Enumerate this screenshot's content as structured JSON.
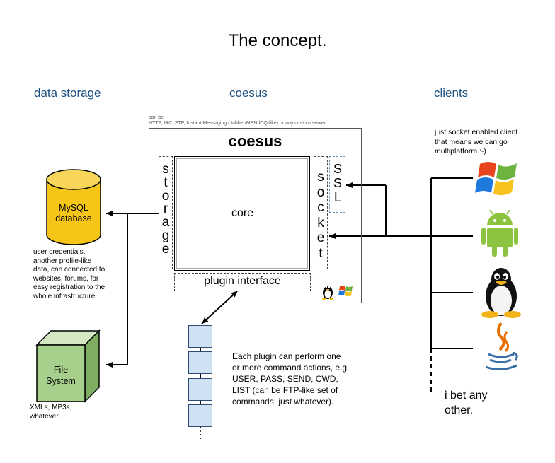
{
  "title": "The concept.",
  "columns": {
    "data_storage": "data storage",
    "coesus": "coesus",
    "clients": "clients"
  },
  "server_note": {
    "line1": "can be",
    "line2": "HTTP, IRC, FTP, Instant Messaging (Jabber/MSN/ICQ-like) or any custom server"
  },
  "box": {
    "title": "coesus",
    "core": "core",
    "storage": [
      "s",
      "t",
      "o",
      "r",
      "a",
      "g",
      "e"
    ],
    "socket": [
      "s",
      "o",
      "c",
      "k",
      "e",
      "t"
    ],
    "ssl": [
      "S",
      "S",
      "L"
    ],
    "plugin_interface": "plugin interface"
  },
  "database": {
    "line1": "MySQL",
    "line2": "database",
    "note": [
      "user credentials,",
      "another profile-like",
      "data, can connected to",
      "websites, forums, for",
      "easy registration to the",
      "whole infrastructure"
    ]
  },
  "filesystem": {
    "line1": "File",
    "line2": "System",
    "note": [
      "XMLs, MP3s,",
      "whatever.."
    ]
  },
  "plugins_note": [
    "Each plugin can perform one",
    "or more command actions, e.g.",
    "USER, PASS, SEND, CWD,",
    "LIST (can be FTP-like set of",
    "commands; just whatever)."
  ],
  "clients_note": [
    "just socket enabled client.",
    "that means we can go",
    "multiplatform :-)"
  ],
  "other_note": [
    "i bet any",
    "other."
  ],
  "icons": [
    "windows-logo",
    "android-logo",
    "linux-tux",
    "java-logo"
  ],
  "colors": {
    "heading": "#1f5080",
    "database_fill": "#f5c518",
    "filesystem_fill": "#a8d08d",
    "plugin_fill": "#cfe2f3",
    "ssl_border": "#5b8dbf"
  }
}
